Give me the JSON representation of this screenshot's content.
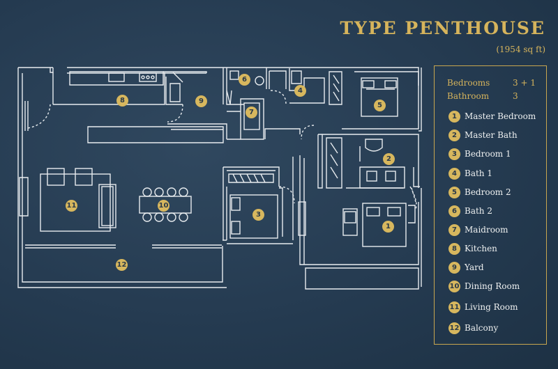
{
  "header": {
    "title": "TYPE PENTHOUSE",
    "area": "(1954 sq ft)"
  },
  "specs": {
    "bedrooms_label": "Bedrooms",
    "bedrooms_value": "3 + 1",
    "bathroom_label": "Bathroom",
    "bathroom_value": "3"
  },
  "rooms": [
    {
      "num": "1",
      "name": "Master Bedroom"
    },
    {
      "num": "2",
      "name": "Master Bath"
    },
    {
      "num": "3",
      "name": "Bedroom 1"
    },
    {
      "num": "4",
      "name": "Bath 1"
    },
    {
      "num": "5",
      "name": "Bedroom 2"
    },
    {
      "num": "6",
      "name": "Bath 2"
    },
    {
      "num": "7",
      "name": "Maidroom"
    },
    {
      "num": "8",
      "name": "Kitchen"
    },
    {
      "num": "9",
      "name": "Yard"
    },
    {
      "num": "10",
      "name": "Dining Room"
    },
    {
      "num": "11",
      "name": "Living Room"
    },
    {
      "num": "12",
      "name": "Balcony"
    }
  ],
  "colors": {
    "background": "#253b51",
    "accent_gold": "#d6b45c",
    "plan_lines": "#e8ecef"
  }
}
